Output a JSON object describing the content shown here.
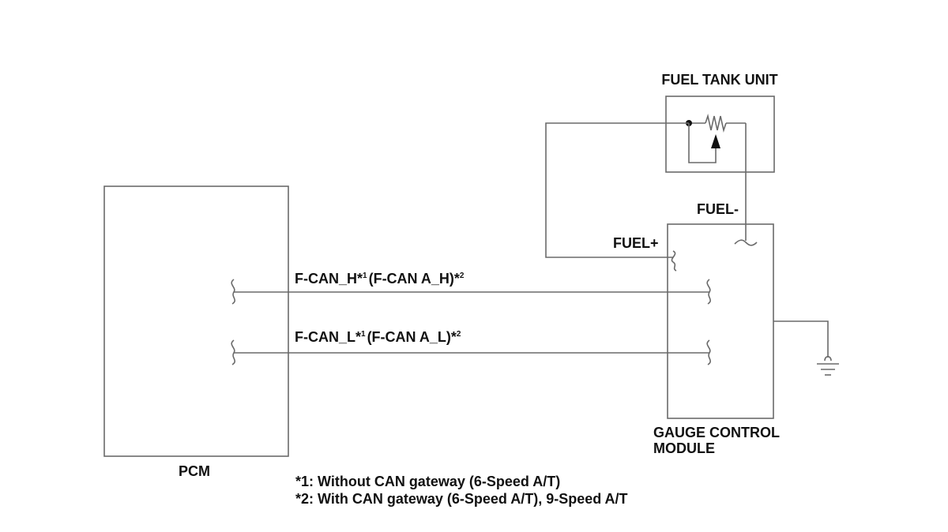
{
  "components": {
    "pcm": "PCM",
    "fuel_tank_unit": "FUEL TANK UNIT",
    "gauge_control_module_line1": "GAUGE CONTROL",
    "gauge_control_module_line2": "MODULE"
  },
  "signals": {
    "fuel_plus": "FUEL+",
    "fuel_minus": "FUEL-",
    "can_h_main": "F-CAN_H*",
    "can_h_sup1": "1",
    "can_h_alt": "(F-CAN A_H)*",
    "can_h_sup2": "2",
    "can_l_main": "F-CAN_L*",
    "can_l_sup1": "1",
    "can_l_alt": "(F-CAN A_L)*",
    "can_l_sup2": "2"
  },
  "footnotes": {
    "note1": "*1: Without CAN gateway (6-Speed A/T)",
    "note2": "*2: With CAN gateway (6-Speed A/T), 9-Speed A/T"
  }
}
